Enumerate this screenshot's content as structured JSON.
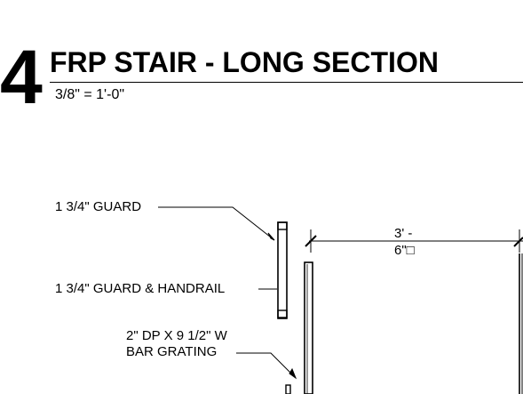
{
  "detail": {
    "number": "4",
    "title": "FRP STAIR - LONG SECTION",
    "scale": "3/8\" = 1'-0\""
  },
  "callouts": {
    "guard": "1 3/4\" GUARD",
    "guard_handrail": "1 3/4\" GUARD & HANDRAIL",
    "grating_line1": "2\" DP X 9 1/2\" W",
    "grating_line2": "BAR GRATING"
  },
  "dimension": {
    "line1": "3' -",
    "line2": "6\"□"
  }
}
